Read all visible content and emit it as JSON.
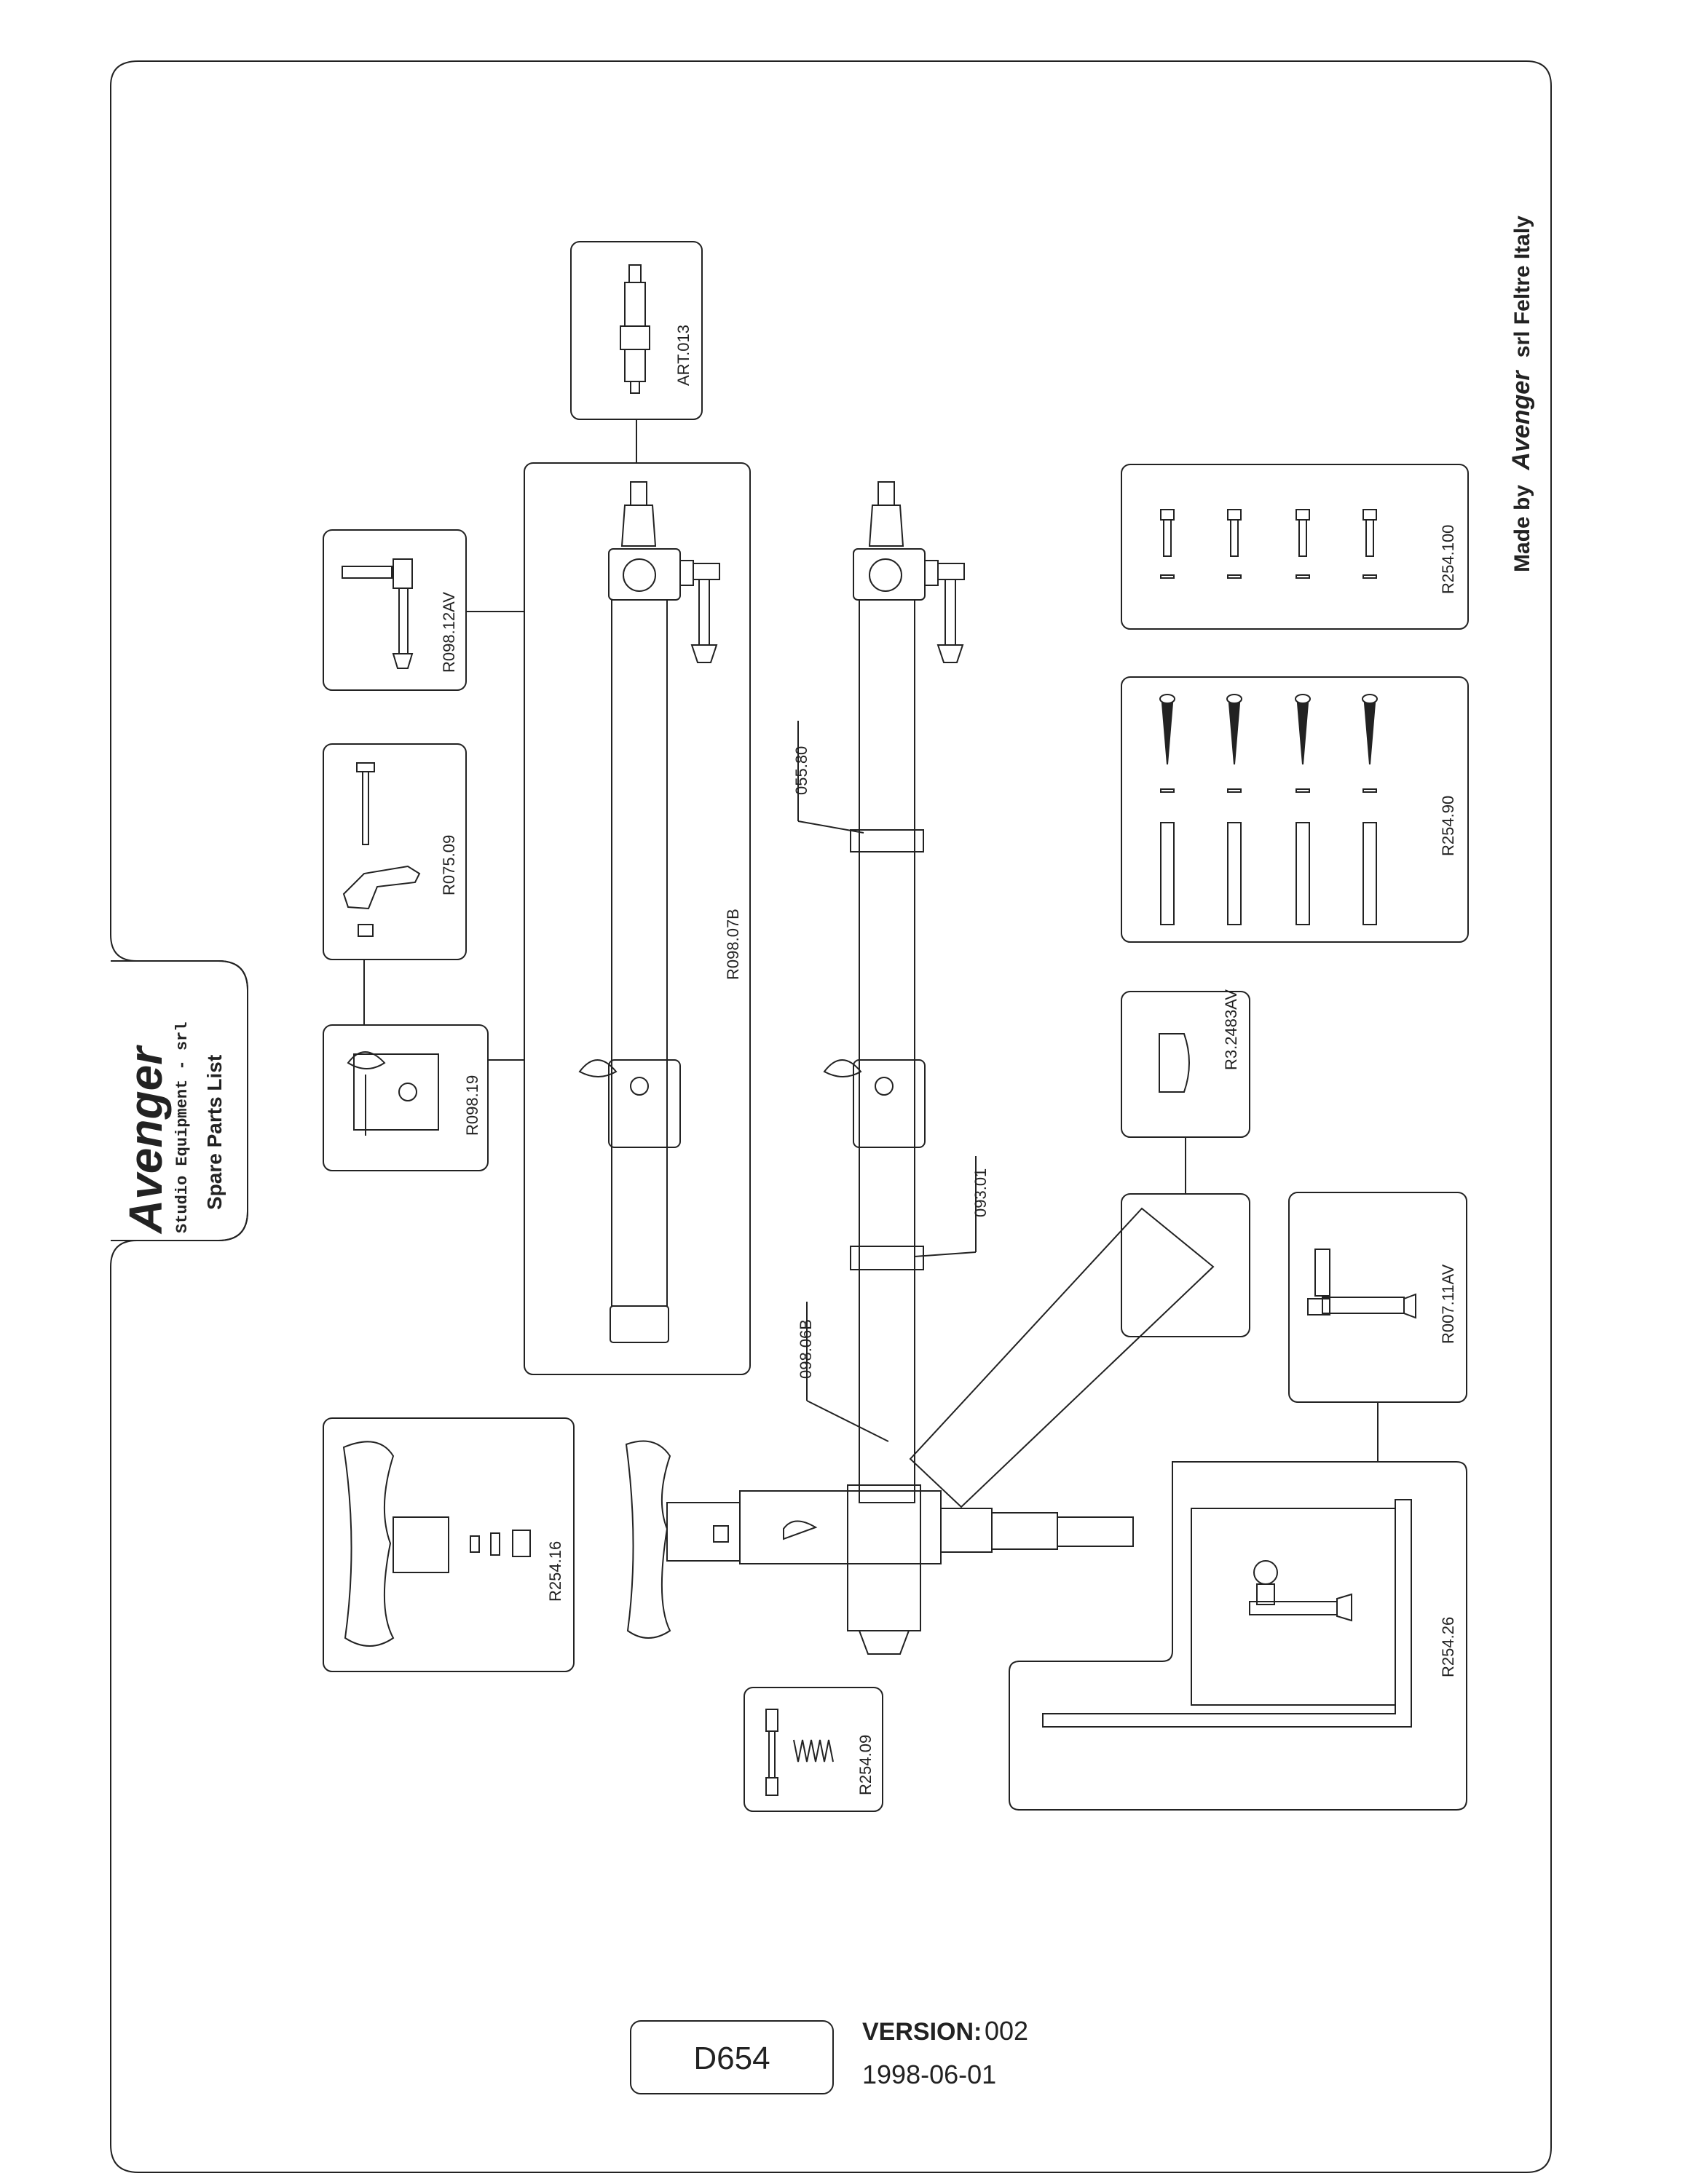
{
  "brand": {
    "name": "Avenger",
    "subtitle": "Studio Equipment - srl",
    "list_title": "Spare Parts List"
  },
  "maker": {
    "prefix": "Made by",
    "brand": "Avenger",
    "suffix": "srl Feltre Italy"
  },
  "document": {
    "code": "D654",
    "version_label": "VERSION:",
    "version_value": "002",
    "date": "1998-06-01"
  },
  "parts": {
    "art013": "ART.013",
    "r09812av": "R098.12AV",
    "r07509": "R075.09",
    "r09819": "R098.19",
    "r09807b": "R098.07B",
    "r254100": "R254.100",
    "r25490": "R254.90",
    "r32483av": "R3.2483AV",
    "r00711av": "R007.11AV",
    "r25416": "R254.16",
    "r25409": "R254.09",
    "r25426": "R254.26",
    "p05580": "055.80",
    "p09301": "093.01",
    "p09806b": "098.06B"
  },
  "colors": {
    "line": "#222222",
    "background": "#ffffff"
  }
}
